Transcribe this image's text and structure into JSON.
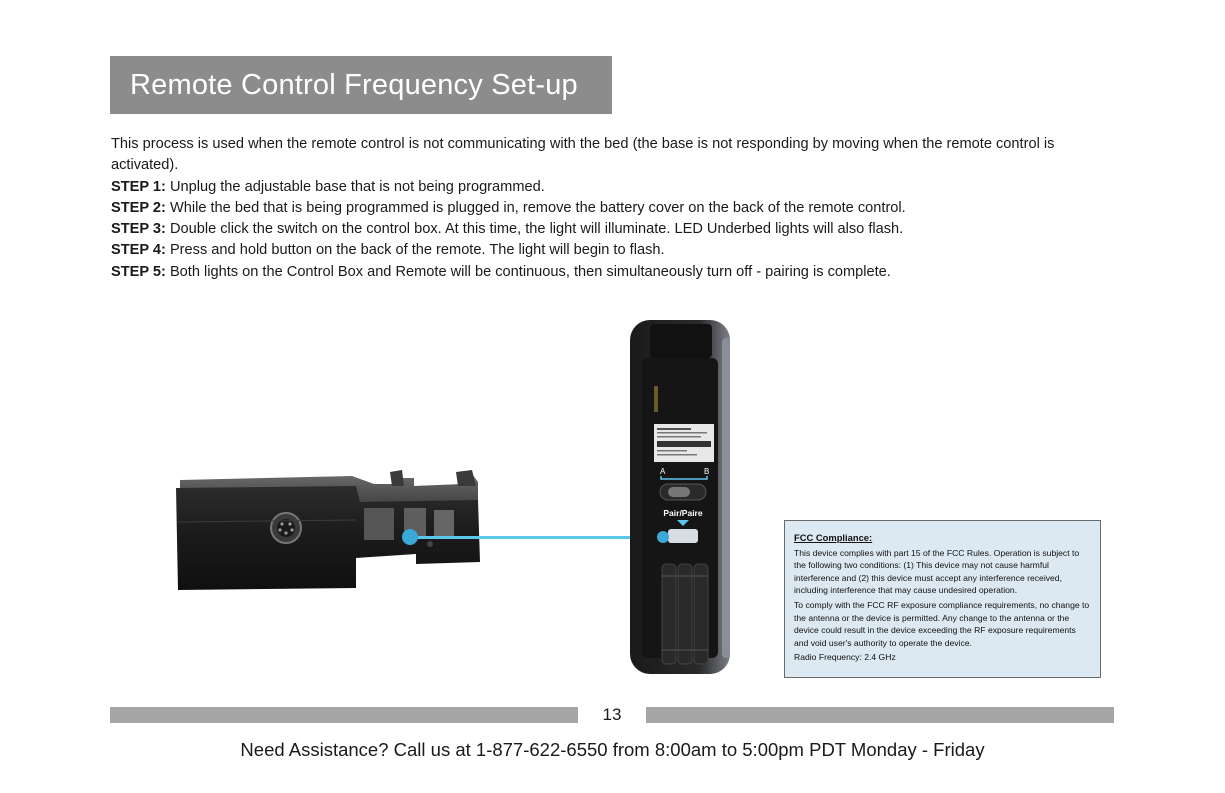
{
  "title": "Remote Control Frequency Set-up",
  "intro": "This process is used when the remote control is not communicating with the bed (the base is not responding by moving when the remote control is activated).",
  "steps": [
    {
      "label": "STEP 1:",
      "text": " Unplug the adjustable base that is not being programmed."
    },
    {
      "label": "STEP 2:",
      "text": " While the bed that is being programmed is plugged in, remove the battery cover on the back of the remote control."
    },
    {
      "label": "STEP 3:",
      "text": " Double click the switch on the control box. At this time, the light will illuminate. LED Underbed lights will also flash."
    },
    {
      "label": "STEP 4:",
      "text": " Press and hold button on the back of the remote. The light will begin to flash."
    },
    {
      "label": "STEP 5:",
      "text": " Both lights on the Control Box and Remote will be continuous, then simultaneously turn off - pairing is complete."
    }
  ],
  "remote_labels": {
    "a": "A",
    "b": "B",
    "pair": "Pair/Paire"
  },
  "fcc": {
    "title": "FCC Compliance:",
    "para1": "This device complies with part 15 of the FCC Rules. Operation is subject to the following two conditions: (1) This device may not cause harmful interference and (2) this device must accept any interference received, including interference that may cause undesired operation.",
    "para2": "To comply with the FCC RF exposure compliance requirements, no change to the antenna or the device is permitted. Any change to the antenna or the device could result in the device exceeding the RF exposure requirements and void user's authority to operate the device.",
    "para3": "Radio Frequency: 2.4 GHz"
  },
  "page_number": "13",
  "assistance": "Need Assistance? Call us at 1-877-622-6550 from 8:00am to 5:00pm PDT Monday - Friday",
  "colors": {
    "accent_line": "#5bc6ec",
    "title_bg": "#8c8c8c",
    "fcc_bg": "#dce9f2"
  }
}
